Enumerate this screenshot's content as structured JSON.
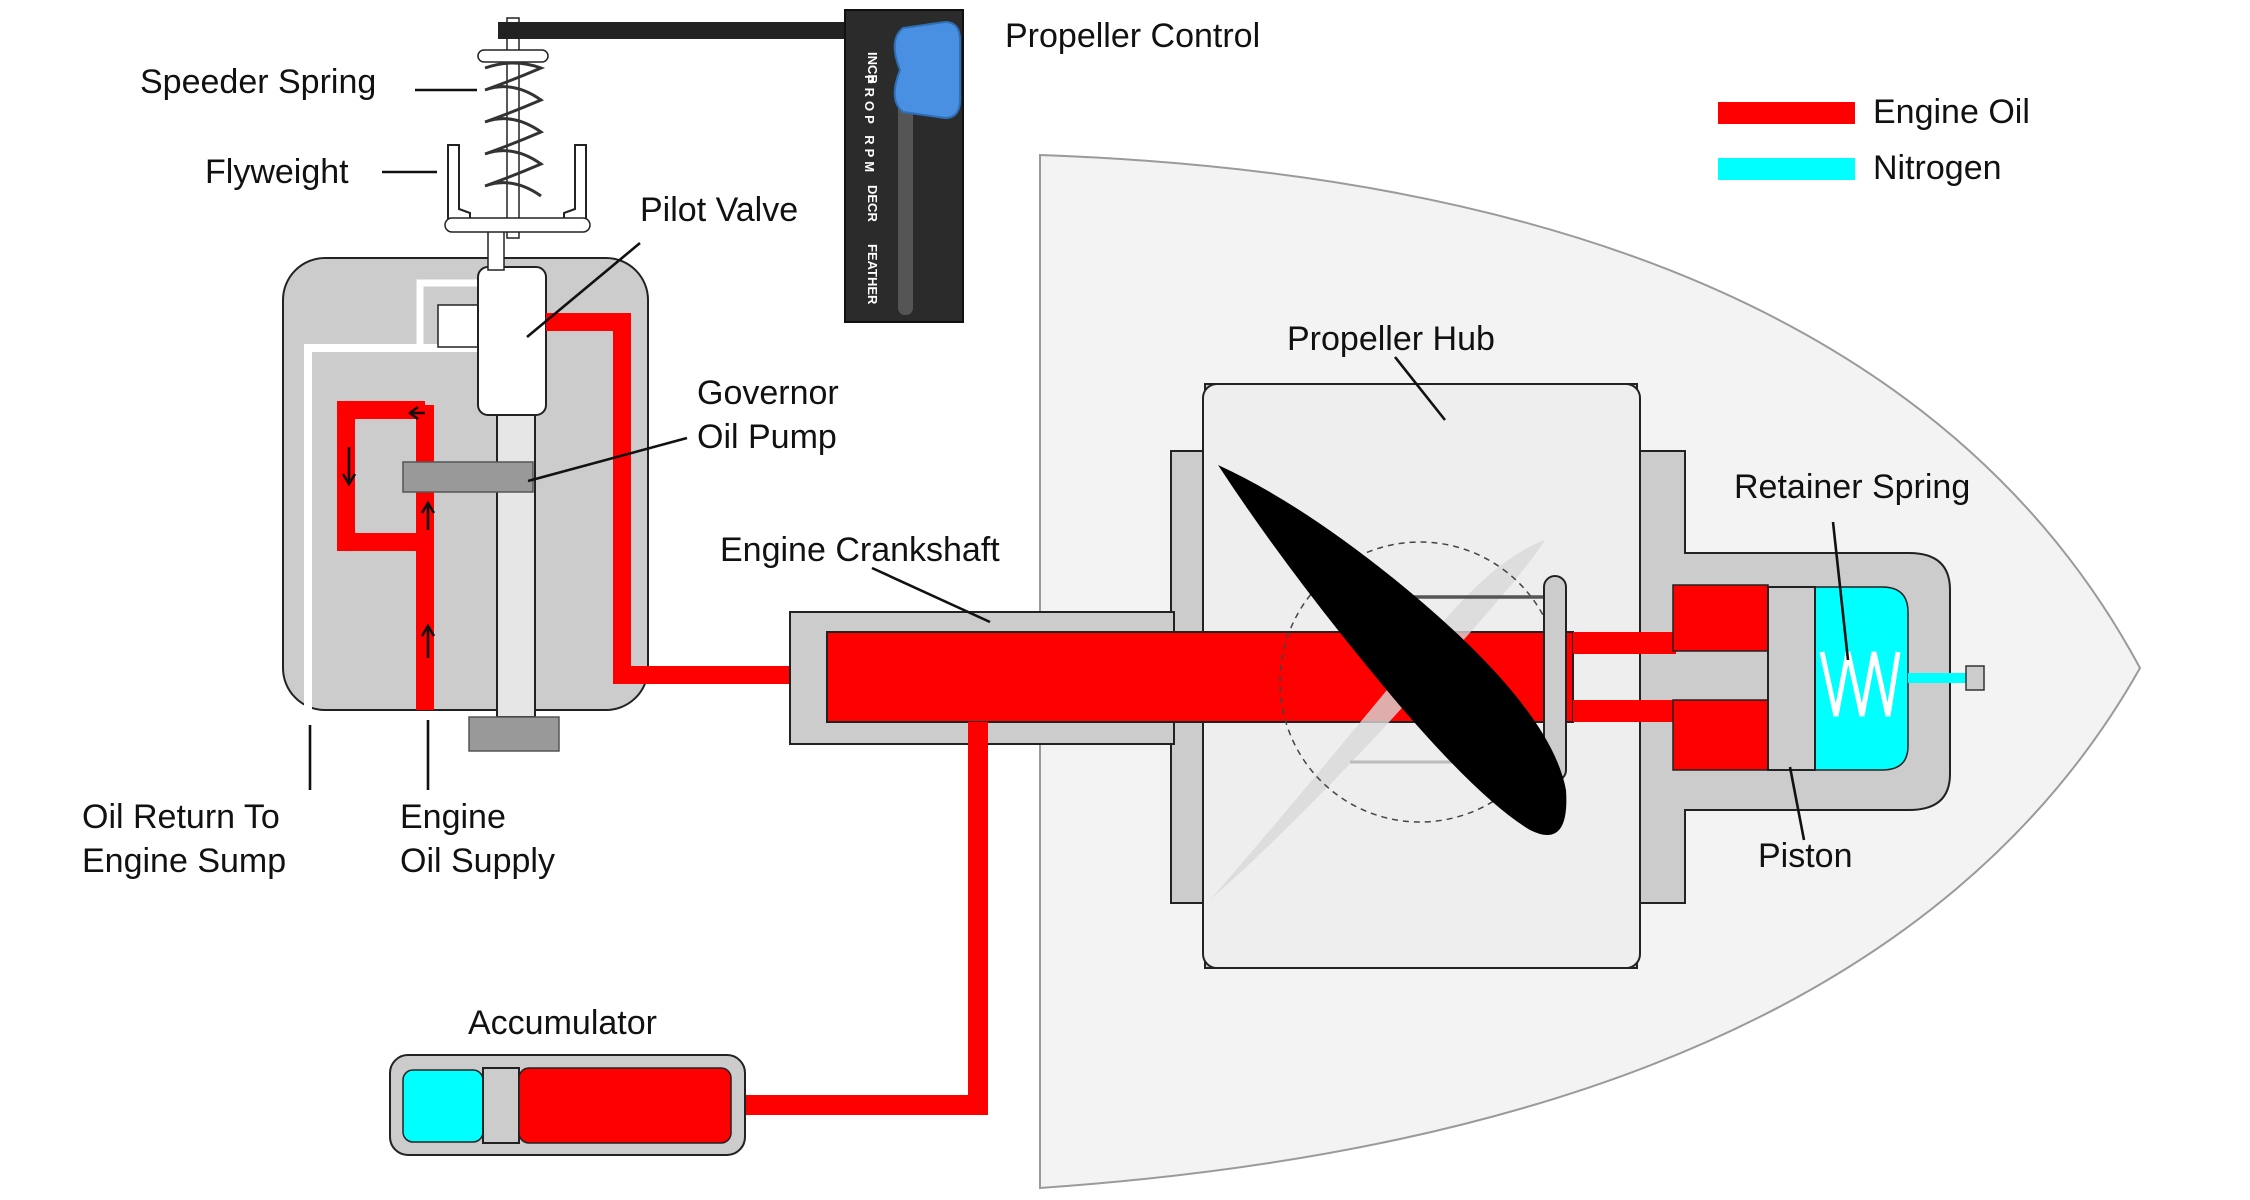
{
  "labels": {
    "speeder_spring": "Speeder Spring",
    "flyweight": "Flyweight",
    "pilot_valve": "Pilot Valve",
    "propeller_control": "Propeller Control",
    "governor_line1": "Governor",
    "governor_line2": "Oil Pump",
    "engine_crankshaft": "Engine Crankshaft",
    "propeller_hub": "Propeller Hub",
    "retainer_spring": "Retainer Spring",
    "piston": "Piston",
    "oil_return_line1": "Oil Return To",
    "oil_return_line2": "Engine Sump",
    "engine_oil_line1": "Engine",
    "engine_oil_line2": "Oil Supply",
    "accumulator": "Accumulator"
  },
  "legend": [
    {
      "label": "Engine Oil",
      "color": "#ff0000"
    },
    {
      "label": "Nitrogen",
      "color": "#00ffff"
    }
  ],
  "control_quadrant": {
    "top_text": "INCR",
    "main_text": "PROP RPM",
    "decr_text": "DECR",
    "bottom_text": "FEATHER",
    "knob_color": "#4a90e2"
  },
  "colors": {
    "engine_oil": "#ff0000",
    "nitrogen": "#00ffff",
    "housing": "#cccccc"
  }
}
